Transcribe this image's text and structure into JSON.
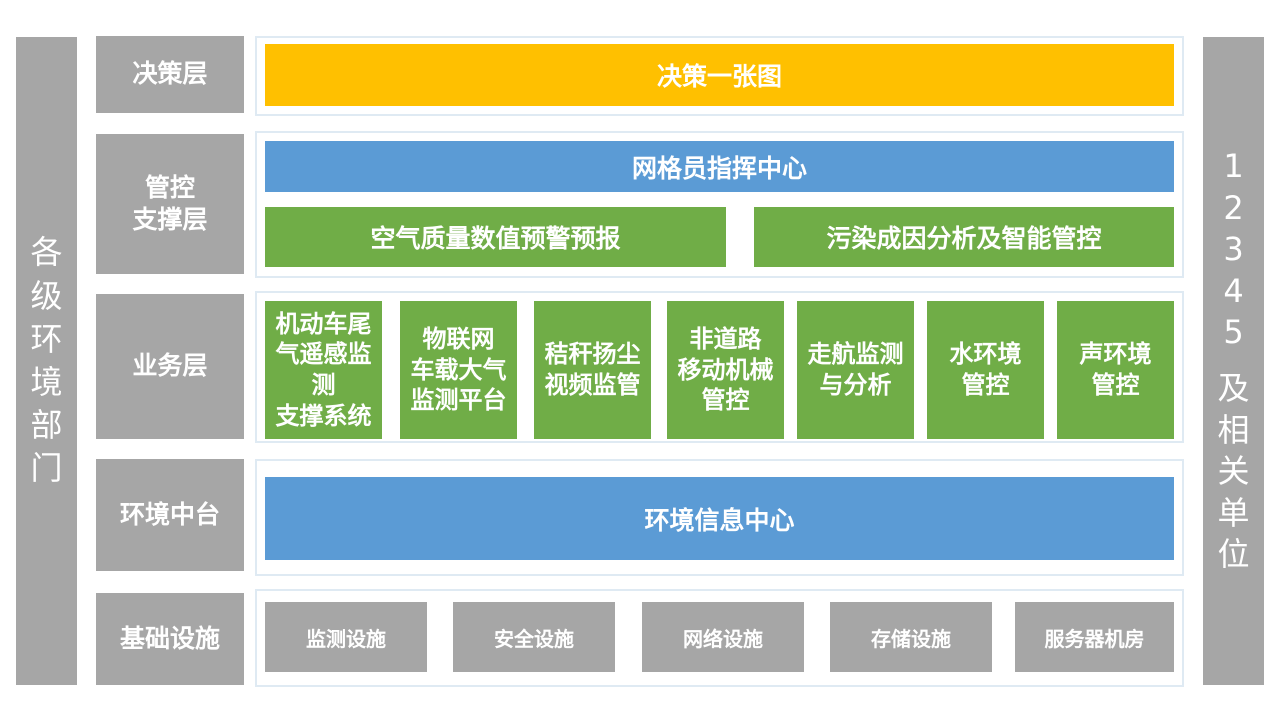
{
  "left_column": {
    "chars": [
      "各",
      "级",
      "环",
      "境",
      "部",
      "门"
    ]
  },
  "right_column": {
    "numbers": [
      "1",
      "2",
      "3",
      "4",
      "5"
    ],
    "chars": [
      "及",
      "相",
      "关",
      "单",
      "位"
    ]
  },
  "layers": {
    "decision": {
      "label": "决策层",
      "bar": "决策一张图"
    },
    "control": {
      "label_lines": [
        "管控",
        "支撑层"
      ],
      "command_center": "网格员指挥中心",
      "air_forecast": "空气质量数值预警预报",
      "pollution_analysis": "污染成因分析及智能管控"
    },
    "business": {
      "label": "业务层",
      "items": [
        {
          "lines": [
            "机动车尾",
            "气遥感监",
            "测",
            "支撑系统"
          ]
        },
        {
          "lines": [
            "物联网",
            "车载大气",
            "监测平台"
          ]
        },
        {
          "lines": [
            "秸秆扬尘",
            "视频监管"
          ]
        },
        {
          "lines": [
            "非道路",
            "移动机械",
            "管控"
          ]
        },
        {
          "lines": [
            "走航监测",
            "与分析"
          ]
        },
        {
          "lines": [
            "水环境",
            "管控"
          ]
        },
        {
          "lines": [
            "声环境",
            "管控"
          ]
        }
      ]
    },
    "middle_platform": {
      "label": "环境中台",
      "bar": "环境信息中心"
    },
    "infrastructure": {
      "label": "基础设施",
      "items": [
        "监测设施",
        "安全设施",
        "网络设施",
        "存储设施",
        "服务器机房"
      ]
    }
  },
  "colors": {
    "gray": "#a6a6a6",
    "yellow": "#ffc000",
    "blue": "#5b9bd5",
    "green": "#70ad47",
    "frame_border": "#dfeaf3"
  }
}
